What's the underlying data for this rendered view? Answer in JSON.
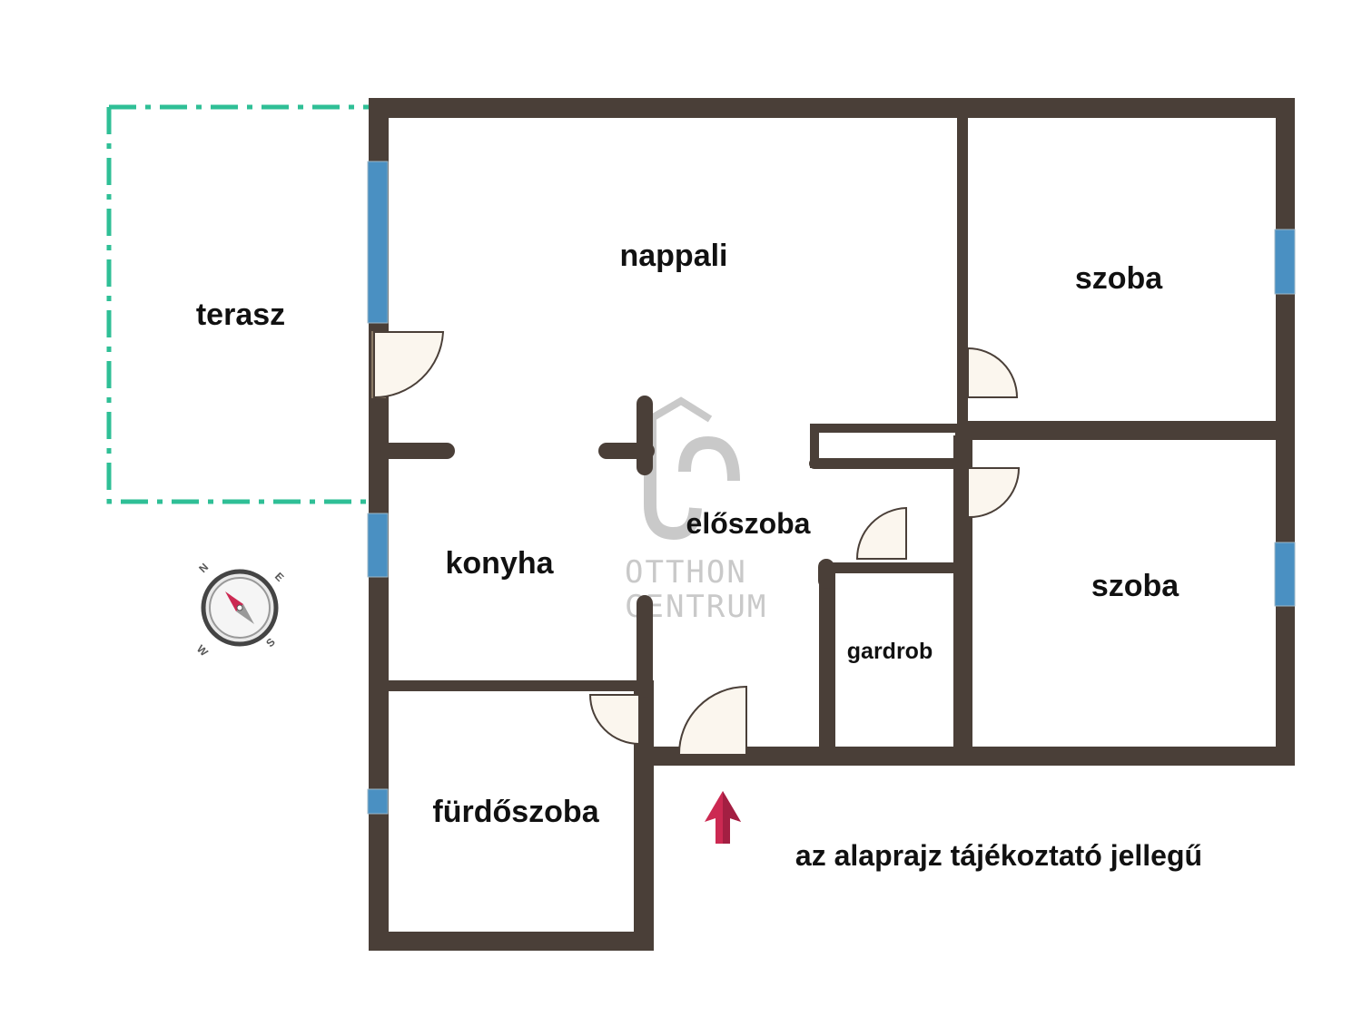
{
  "rooms": {
    "terrace": "terasz",
    "living_room": "nappali",
    "room_1": "szoba",
    "room_2": "szoba",
    "kitchen": "konyha",
    "hallway": "előszoba",
    "wardrobe": "gardrob",
    "bathroom": "fürdőszoba"
  },
  "disclaimer": "az alaprajz tájékoztató jellegű",
  "watermark": {
    "monogram": "OC",
    "line1": "OTTHON",
    "line2": "CENTRUM"
  },
  "compass": {
    "n": "N",
    "e": "E",
    "s": "S",
    "w": "W"
  },
  "colors": {
    "wall": "#4a3f38",
    "window": "#4a90c2",
    "terrace_outline": "#2fbf96",
    "entrance_arrow": "#cc2952",
    "door": "#fbf6ee",
    "watermark": "#c9c9c9"
  }
}
